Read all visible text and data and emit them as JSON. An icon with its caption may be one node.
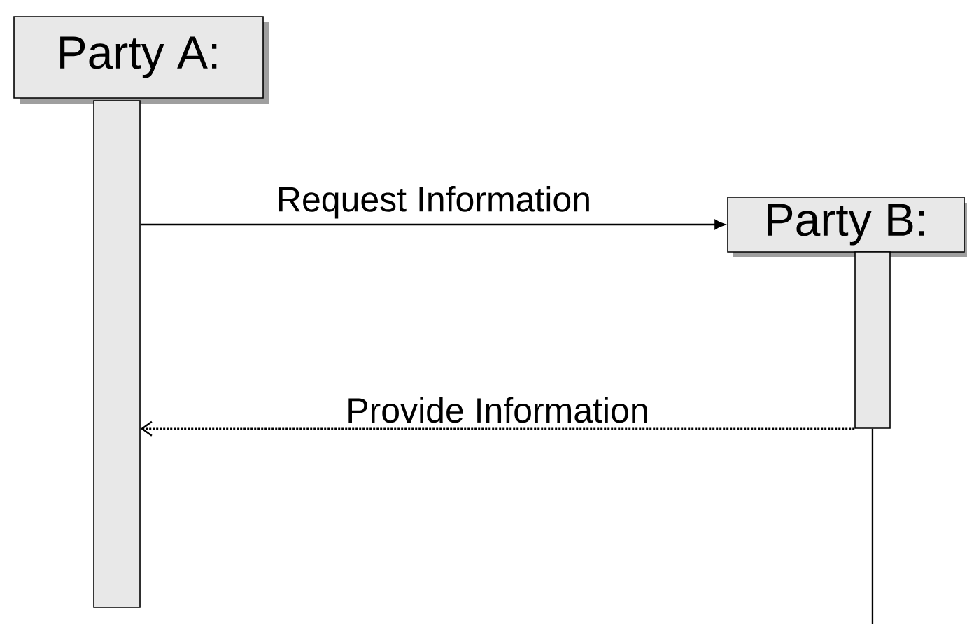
{
  "diagram": {
    "nodes": [
      {
        "text": [
          "Party A:"
        ]
      },
      {
        "text": [],
        "shape": "bar"
      },
      {
        "text": [
          "Party B:"
        ]
      },
      {
        "text": [],
        "shape": "bar"
      }
    ],
    "edges": [
      {
        "from": 1,
        "to": 2,
        "arrow": "to",
        "label": "Request Information"
      },
      {
        "from": 3,
        "to": 1,
        "arrow": "to",
        "label": "Provide Information",
        "style": "dashed"
      },
      {
        "from": 3,
        "to": null,
        "arrow": "none"
      }
    ]
  }
}
